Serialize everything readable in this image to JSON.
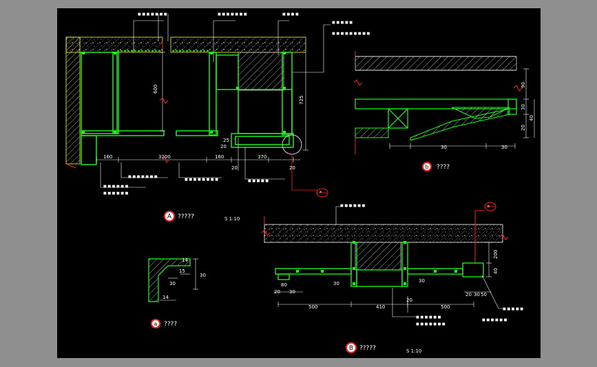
{
  "title_blocks": {
    "A": {
      "tag": "A",
      "title": "?????",
      "scale": "S 1:10"
    },
    "B": {
      "tag": "B",
      "title": "?????",
      "scale": "S 1:10"
    },
    "a": {
      "tag": "a",
      "title": "????"
    },
    "b": {
      "tag": "b",
      "title": "????"
    }
  },
  "callouts": {
    "a_ref": "a",
    "b_ref": "b",
    "a_sub": "A",
    "b_sub": "B"
  },
  "notes": {
    "a1": "■ ■ ■ ■ ■ ■ ■",
    "a2": "■ ■ ■ ■ ■ ■ ■",
    "a3": "■ ■ ■ ■",
    "b1": "■ ■ ■ ■ ■",
    "b2": "■ ■ ■ ■ ■ ■ ■ ■ ■",
    "a4": "■ ■ ■ ■ ■ ■ ■",
    "a5": "■ ■ ■ ■ ■ ■ ■ ■",
    "a6": "■ ■ ■ ■ ■ ■",
    "a7": "■ ■ ■ ■ ■ ■",
    "a8": "■ ■ ■ ■ ■",
    "bb1": "■ ■ ■ ■ ■ ■",
    "bb2": "■ ■ ■ ■ ■ ■",
    "bb3": "■ ■ ■ ■ ■ ■ ■",
    "bb4": "■ ■ ■ ■ ■",
    "bb5": "■ ■ ■ ■ ■ ■"
  },
  "dims_A": {
    "h1": "160",
    "h2": "3200",
    "h3": "160",
    "h4": "370",
    "v1": "600",
    "v2": "725",
    "s1": "20",
    "s2": "25",
    "s3": "20",
    "s4": "20"
  },
  "dims_b": {
    "d1": "30",
    "d2": "30",
    "v1": "90",
    "v2": "30",
    "v3": "20",
    "v4": "40"
  },
  "dims_B": {
    "h1": "500",
    "h2": "410",
    "h3": "500",
    "s1": "20",
    "s2": "30",
    "s3": "80",
    "s4": "30",
    "s5": "20",
    "s6": "30",
    "s7": "20",
    "s8": "30",
    "s9": "50",
    "v1": "200",
    "v2": "40"
  },
  "dims_a": {
    "h1": "14",
    "h2": "15",
    "v1": "30",
    "v2": "30",
    "v3": "14"
  },
  "colors": {
    "bg": "#000000",
    "frame": "#8f8f8f",
    "green": "#19ff19",
    "yellow": "#ffff33",
    "red": "#ff2020",
    "white": "#ffffff"
  }
}
